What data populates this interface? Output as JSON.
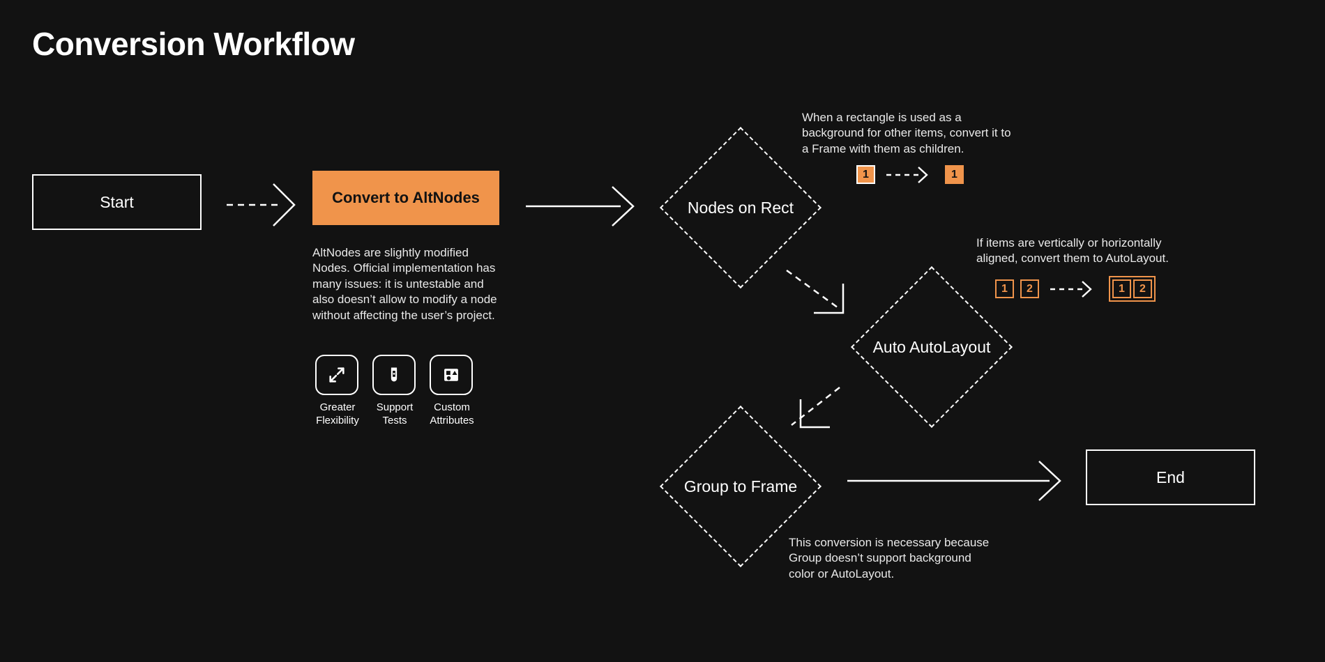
{
  "page": {
    "title": "Conversion Workflow",
    "background": "#121212",
    "accent": "#f0944b",
    "stroke": "#ffffff"
  },
  "nodes": {
    "start": {
      "label": "Start",
      "type": "terminator"
    },
    "convert": {
      "label": "Convert to AltNodes",
      "type": "process"
    },
    "nodes_on_rect": {
      "label": "Nodes on Rect",
      "type": "decision"
    },
    "auto_autolayout": {
      "label": "Auto AutoLayout",
      "type": "decision"
    },
    "group_to_frame": {
      "label": "Group to Frame",
      "type": "decision"
    },
    "end": {
      "label": "End",
      "type": "terminator"
    }
  },
  "notes": {
    "convert": "AltNodes are slightly modified Nodes. Official implementation has many issues: it is untestable and also doesn’t allow to modify a node without affecting the user’s project.",
    "nodes_on_rect": "When a rectangle is used as a background for other items, convert it to a Frame with them as children.",
    "auto_autolayout": "If items are vertically or horizontally aligned, convert them to AutoLayout.",
    "group_to_frame": "This conversion is necessary because Group doesn’t support background color or AutoLayout."
  },
  "features": [
    {
      "icon": "expand-arrows-icon",
      "line1": "Greater",
      "line2": "Flexibility"
    },
    {
      "icon": "test-tube-icon",
      "line1": "Support",
      "line2": "Tests"
    },
    {
      "icon": "shapes-icon",
      "line1": "Custom",
      "line2": "Attributes"
    }
  ],
  "transforms": {
    "nodes_on_rect": {
      "before": [
        "1"
      ],
      "after": [
        "1"
      ],
      "arrow": "dashed-right-arrow"
    },
    "auto_autolayout": {
      "before": [
        "1",
        "2"
      ],
      "after": [
        "1",
        "2"
      ],
      "arrow": "dashed-right-arrow"
    }
  },
  "connectors": [
    {
      "from": "start",
      "to": "convert",
      "style": "dashed",
      "direction": "right"
    },
    {
      "from": "convert",
      "to": "nodes_on_rect",
      "style": "solid",
      "direction": "right"
    },
    {
      "from": "nodes_on_rect",
      "to": "auto_autolayout",
      "style": "dashed",
      "direction": "down-right"
    },
    {
      "from": "auto_autolayout",
      "to": "group_to_frame",
      "style": "dashed",
      "direction": "down-left"
    },
    {
      "from": "group_to_frame",
      "to": "end",
      "style": "solid",
      "direction": "right"
    }
  ]
}
